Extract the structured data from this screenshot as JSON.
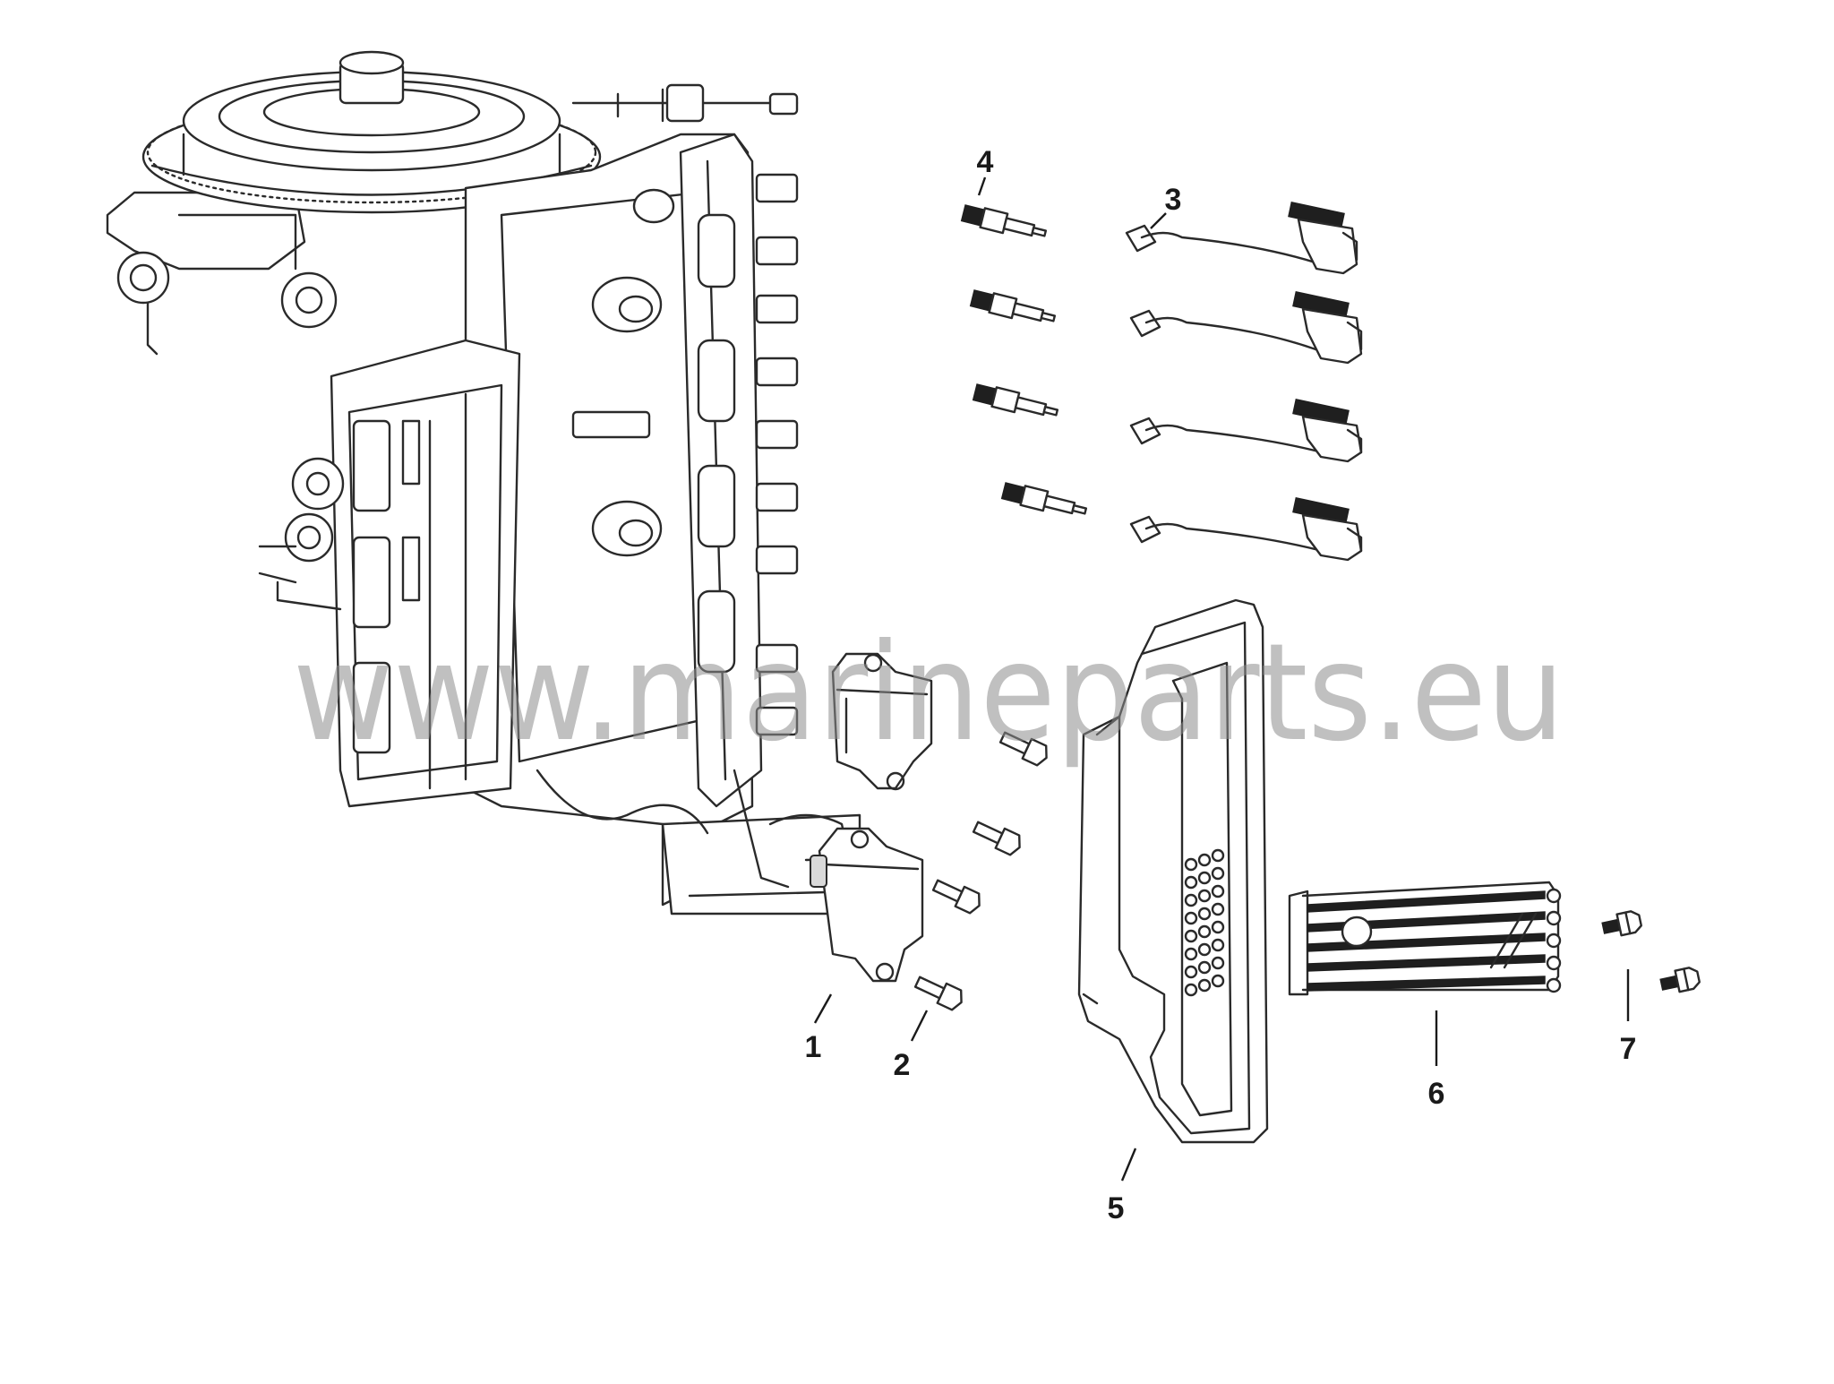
{
  "diagram": {
    "watermark": "www.marineparts.eu",
    "callouts": [
      {
        "id": "1",
        "label": "1"
      },
      {
        "id": "2",
        "label": "2"
      },
      {
        "id": "3",
        "label": "3"
      },
      {
        "id": "4",
        "label": "4"
      },
      {
        "id": "5",
        "label": "5"
      },
      {
        "id": "6",
        "label": "6"
      },
      {
        "id": "7",
        "label": "7"
      }
    ],
    "colors": {
      "line": "#2a2a2a",
      "watermark": "#8c8c8c",
      "background": "#ffffff"
    }
  }
}
